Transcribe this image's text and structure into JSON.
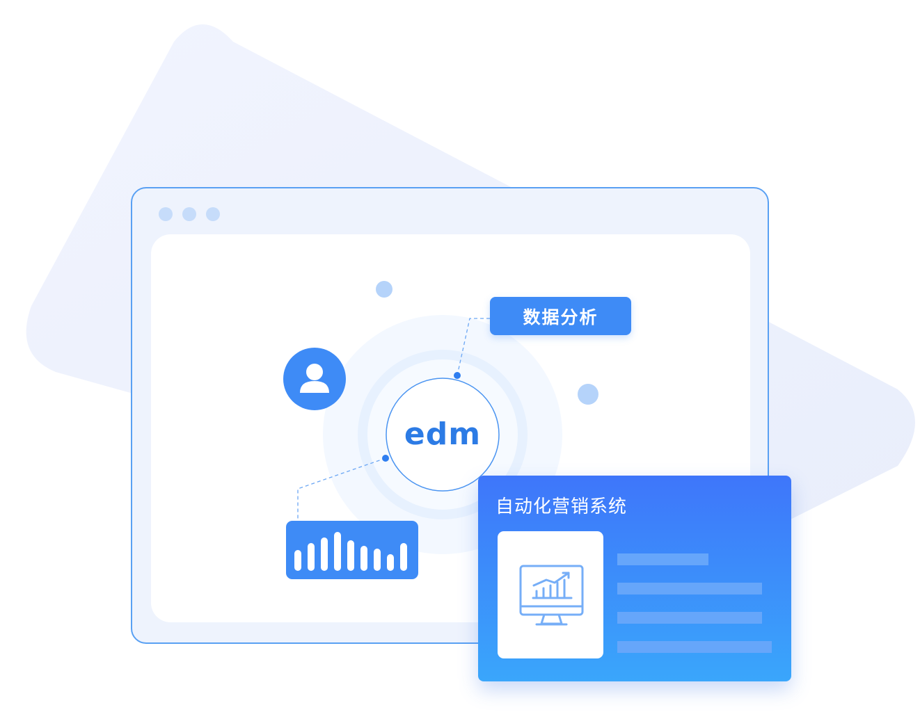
{
  "diagram": {
    "center_label": "edm",
    "analysis_tag": "数据分析"
  },
  "card": {
    "title": "自动化营销系统"
  },
  "colors": {
    "primary": "#3e8bf6",
    "accent_text": "#2c7be5",
    "border": "#59a0f3",
    "frame_bg": "#eef3fd",
    "card_gradient_top": "#3e76fa",
    "card_gradient_bottom": "#3aa6fb",
    "placeholder_line": "#66a6fa",
    "soft_dot": "#b5d3fa"
  },
  "icons": {
    "avatar": "user-icon",
    "bars": "bar-chart-icon",
    "monitor": "monitor-chart-icon"
  }
}
